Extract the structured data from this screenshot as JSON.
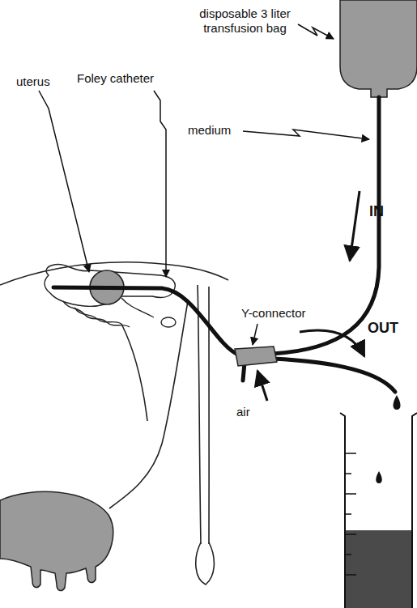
{
  "diagram": {
    "labels": [
      "disposable 3 liter transfusion bag",
      "medium",
      "Foley catheter",
      "uterus",
      "Y-connector",
      "IN",
      "OUT",
      "air"
    ]
  }
}
